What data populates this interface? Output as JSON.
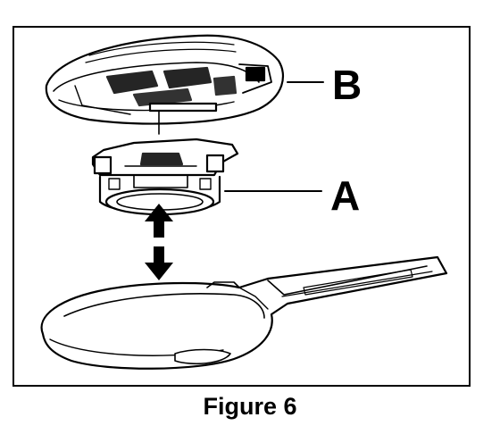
{
  "figure": {
    "caption": "Figure 6",
    "callouts": {
      "b": "B",
      "a": "A"
    }
  }
}
